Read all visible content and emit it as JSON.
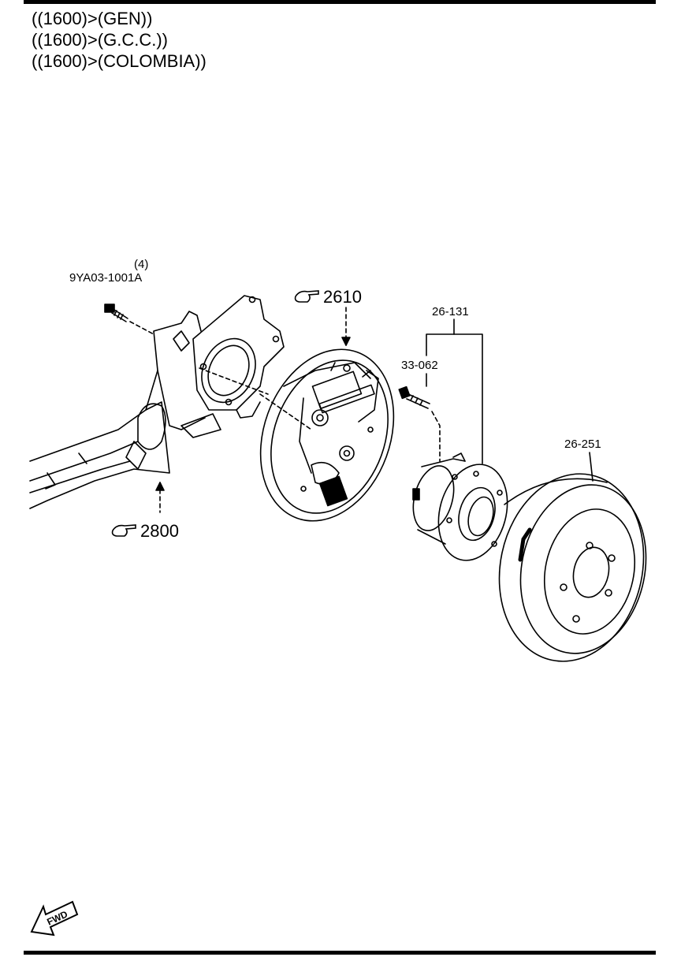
{
  "header": {
    "lines": [
      "((1600)>(GEN))",
      "((1600)>(G.C.C.))",
      "((1600)>(COLOMBIA))"
    ]
  },
  "callouts": {
    "bolt_qty": "(4)",
    "bolt_part": "9YA03-1001A",
    "brake_ref": "2610",
    "arm_ref": "2800",
    "hub_group": "26-131",
    "hub_bolt": "33-062",
    "drum": "26-251"
  },
  "fwd_label": "FWD",
  "colors": {
    "ink": "#000000",
    "background": "#ffffff"
  }
}
